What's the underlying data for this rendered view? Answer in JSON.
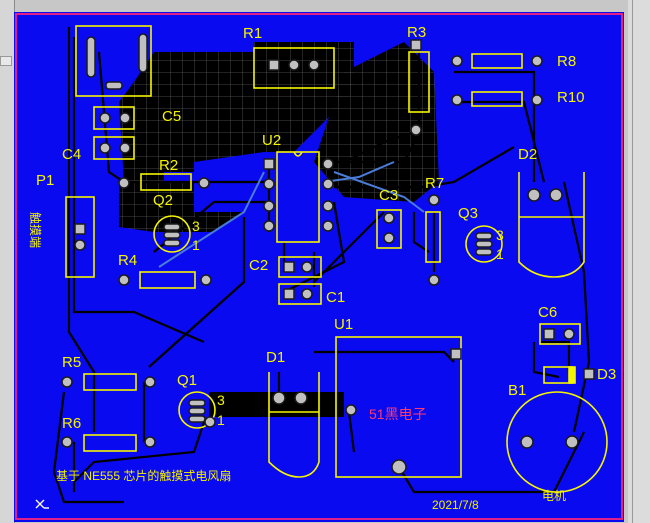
{
  "board": {
    "components": {
      "r1": "R1",
      "r2": "R2",
      "r3": "R3",
      "r4": "R4",
      "r5": "R5",
      "r6": "R6",
      "r7": "R7",
      "r8": "R8",
      "r10": "R10",
      "c1": "C1",
      "c2": "C2",
      "c3": "C3",
      "c4": "C4",
      "c5": "C5",
      "c6": "C6",
      "u1": "U1",
      "u2": "U2",
      "q1": "Q1",
      "q2": "Q2",
      "q3": "Q3",
      "d1": "D1",
      "d2": "D2",
      "d3": "D3",
      "b1": "B1",
      "p1": "P1"
    },
    "pins": {
      "three": "3",
      "one": "1"
    },
    "texts": {
      "u1_label": "51黑电子",
      "title": "基于 NE555 芯片的触摸式电风扇",
      "date": "2021/7/8",
      "motor": "电机",
      "touch": "触摸端"
    }
  },
  "colors": {
    "board": "#0a0af0",
    "copper_dark": "#000000",
    "silkscreen": "#f5f500",
    "pad": "#c0c0c0",
    "outline": "#e0208a",
    "workspace": "#c7c7c7"
  }
}
